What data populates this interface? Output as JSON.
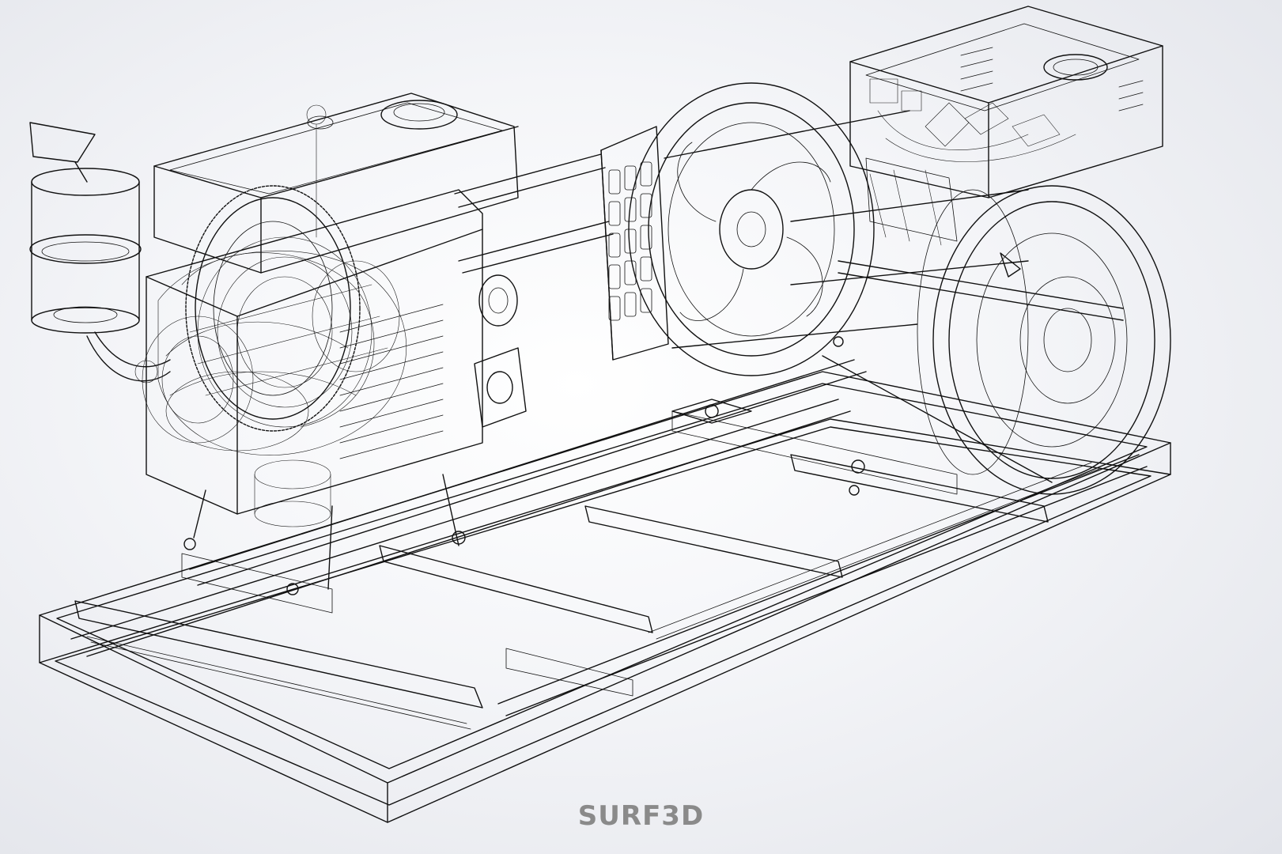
{
  "watermark": {
    "text": "SURF3D"
  },
  "model": {
    "view_mode": "wireframe",
    "components": [
      "skid-base-frame",
      "air-filter",
      "engine-block",
      "flywheel",
      "fuel-tank",
      "connecting-shaft",
      "radiator-grille",
      "cooling-fan",
      "control-box",
      "alternator-housing",
      "mounting-brackets"
    ]
  },
  "colors": {
    "background": "#f2f3f6",
    "line": "#111111",
    "watermark": "#8a8a8a"
  }
}
